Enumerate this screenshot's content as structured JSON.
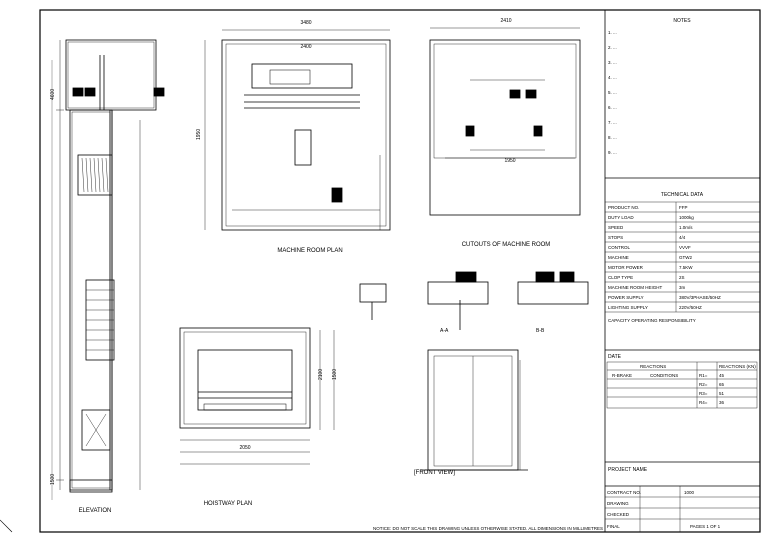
{
  "views": {
    "elevation_label": "ELEVATION",
    "machine_room_plan_label": "MACHINE ROOM PLAN",
    "cutouts_label": "CUTOUTS OF MACHINE ROOM",
    "hoistway_plan_label": "HOISTWAY PLAN",
    "front_view_label": "[FRONT VIEW]"
  },
  "dimensions": {
    "machine_room_width": "3480",
    "machine_room_inner": "2400",
    "machine_room_side": "1950",
    "cutout_width": "2410",
    "cutout_side": "1950",
    "hoistway_width": "2050",
    "hoistway_depth": "2100",
    "hoistway_side": "1500",
    "section_a": "A-A",
    "section_b": "B-B",
    "pit": "1500",
    "overhead": "4600"
  },
  "notes": {
    "title": "NOTES",
    "lines": [
      "1. ...",
      "2. ...",
      "3. ...",
      "4. ...",
      "5. ...",
      "6. ...",
      "7. ...",
      "8. ...",
      "9. ..."
    ]
  },
  "technical_data": {
    "title": "TECHNICAL DATA",
    "rows": [
      {
        "label": "PRODUCT NO.",
        "value": "FFP"
      },
      {
        "label": "DUTY LOAD",
        "value": "1000kg"
      },
      {
        "label": "SPEED",
        "value": "1.0m/s"
      },
      {
        "label": "STOPS",
        "value": "4/4"
      },
      {
        "label": "CONTROL",
        "value": "VVVF"
      },
      {
        "label": "MACHINE",
        "value": "GTW2"
      },
      {
        "label": "MOTOR POWER",
        "value": "7.5KW"
      },
      {
        "label": "CLOP TYPE",
        "value": "2S"
      },
      {
        "label": "MACHINE ROOM HEIGHT",
        "value": "3m"
      },
      {
        "label": "POWER SUPPLY",
        "value": "380V/3PHASE/50HZ"
      },
      {
        "label": "LIGHTING SUPPLY",
        "value": "220V/50HZ"
      }
    ],
    "capacity_note": "CAPACITY OPERATING RESPONSIBILITY"
  },
  "reactions": {
    "date_label": "DATE",
    "header_a": "REACTIONS",
    "header_b": "REACTIONS (KN)",
    "col_1": "R-BRAKE",
    "col_2": "CONDITIONS",
    "rows": [
      {
        "k": "R1=",
        "v": "45"
      },
      {
        "k": "R2=",
        "v": "65"
      },
      {
        "k": "R3=",
        "v": "51"
      },
      {
        "k": "R4=",
        "v": "36"
      }
    ]
  },
  "title_block": {
    "project_name": "PROJECT NAME",
    "contract_no": "CONTRACT NO.",
    "contract_value": "1000",
    "drawing": "DRAWING",
    "checked": "CHECKED",
    "final": "FINAL",
    "page": "PAGES 1 OF 1"
  },
  "footer_note": "NOTICE: DO NOT SCALE THIS DRAWING UNLESS OTHERWISE STATED. ALL DIMENSIONS IN MILLIMETRES"
}
